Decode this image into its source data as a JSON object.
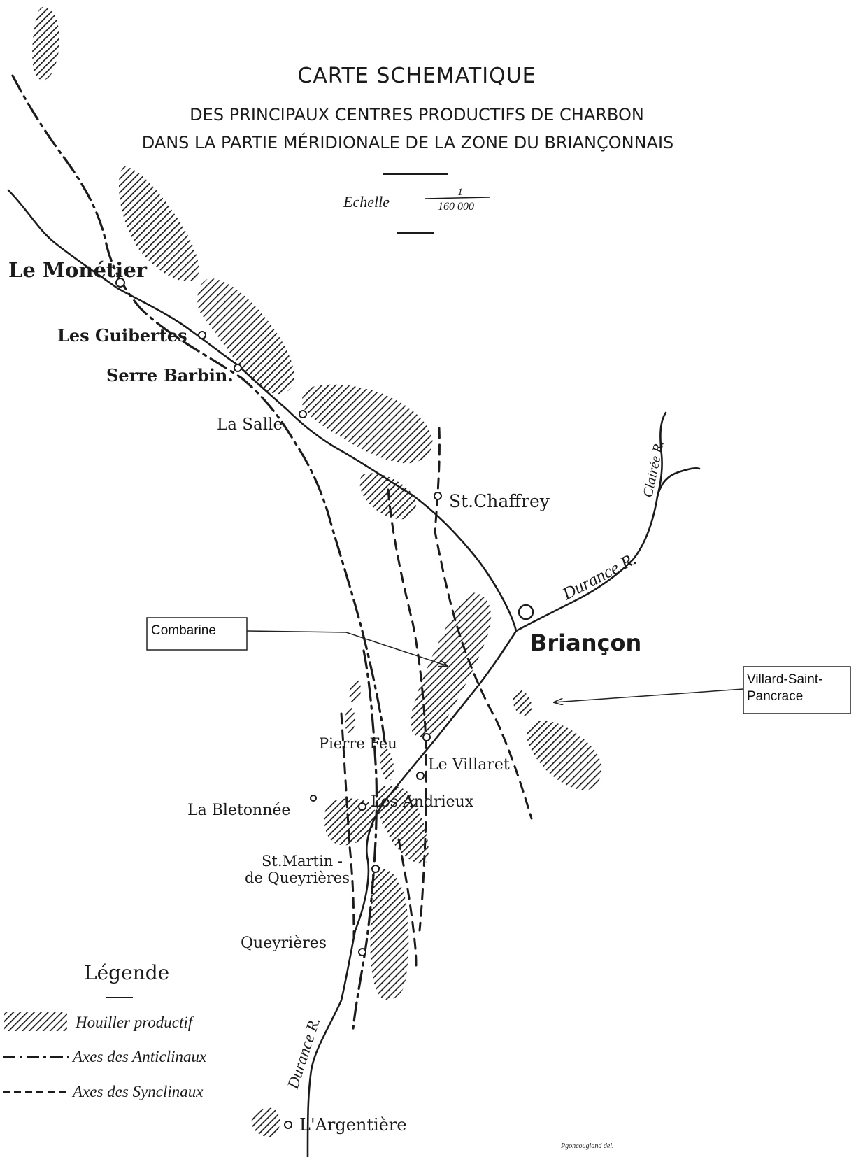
{
  "map": {
    "title": "CARTE SCHEMATIQUE",
    "subtitle_1": "DES PRINCIPAUX CENTRES PRODUCTIFS DE CHARBON",
    "subtitle_2": "DANS LA PARTIE MÉRIDIONALE DE LA ZONE DU BRIANÇONNAIS",
    "scale_label": "Echelle",
    "scale_numerator": "1",
    "scale_denominator": "160 000",
    "colors": {
      "ink": "#1b1b1b",
      "paper": "#ffffff",
      "box_border": "#222222"
    }
  },
  "places": {
    "le_monetier": "Le Monétier",
    "les_guibertes": "Les Guibertes",
    "serre_barbin": "Serre Barbin.",
    "la_salle": "La Salle",
    "st_chaffrey": "St.Chaffrey",
    "briancon": "Briançon",
    "pierre_feu": "Pierre Feu",
    "le_villaret": "Le Villaret",
    "la_bletonnee": "La Bletonnée",
    "les_andrieux": "Les Andrieux",
    "st_martin_1": "St.Martin -",
    "st_martin_2": "de Queyrières",
    "queyrieres": "Queyrières",
    "argentiere": "L'Argentière"
  },
  "rivers": {
    "durance_upper": "Durance R.",
    "durance_lower": "Durance R.",
    "clairee": "Clairée R."
  },
  "callouts": {
    "combarine": "Combarine",
    "villard_1": "Villard-Saint-",
    "villard_2": "Pancrace"
  },
  "legend": {
    "title": "Légende",
    "items": [
      {
        "label": "Houiller productif",
        "symbol": "hatched-area"
      },
      {
        "label": "Axes des Anticlinaux",
        "symbol": "dash-dot-line"
      },
      {
        "label": "Axes des Synclinaux",
        "symbol": "dashed-line"
      }
    ]
  },
  "footer": {
    "note": "Pgoncougland del."
  }
}
